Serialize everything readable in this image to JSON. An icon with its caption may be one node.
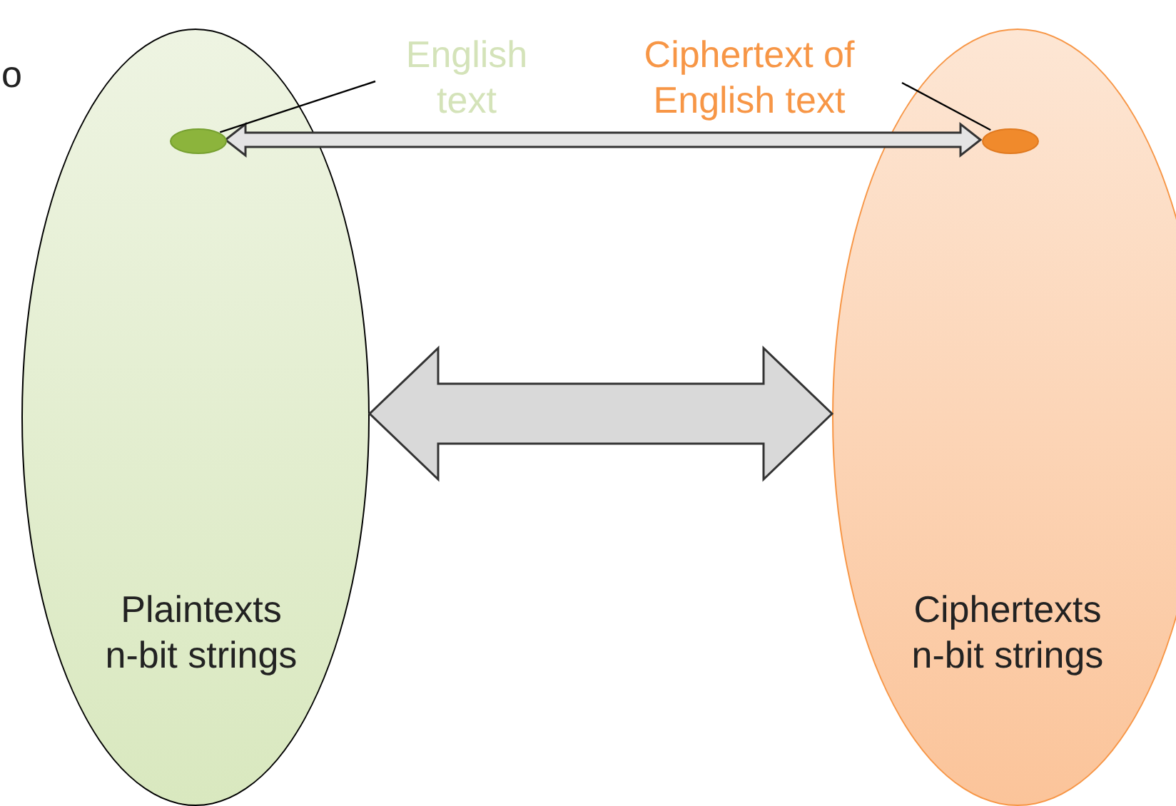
{
  "diagram": {
    "nodes": [
      {
        "text": [
          "Plaintexts n-bit strings"
        ]
      },
      {
        "text": [],
        "shape": "circle",
        "in": 0
      },
      {
        "text": [
          "Ciphertexts n-bit strings"
        ]
      },
      {
        "text": [],
        "shape": "circle",
        "in": 2
      },
      {
        "text": [
          "English text"
        ]
      },
      {
        "text": [
          "Ciphertext of English text"
        ]
      }
    ],
    "edges": [
      {
        "from": 1,
        "to": 3,
        "arrow": "both"
      },
      {
        "from": 0,
        "to": 2,
        "arrow": "both"
      },
      {
        "from": 4,
        "to": 1,
        "arrow": "none"
      },
      {
        "from": 5,
        "to": 3,
        "arrow": "none"
      }
    ],
    "labels": [
      "o"
    ]
  }
}
